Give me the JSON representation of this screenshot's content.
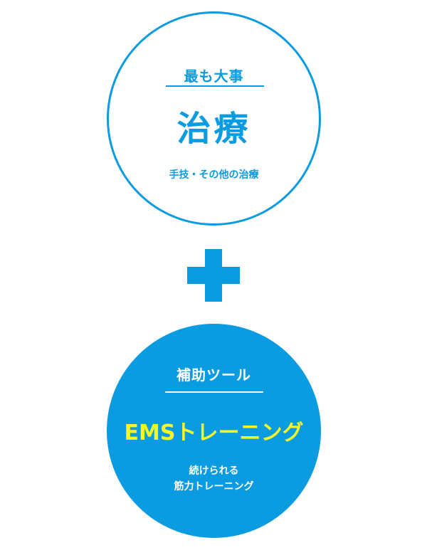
{
  "colors": {
    "accent": "#0b9be0",
    "highlight": "#f5f52a",
    "background": "#ffffff"
  },
  "top_circle": {
    "subtitle": "最も大事",
    "title": "治療",
    "caption": "手技・その他の治療"
  },
  "connector": {
    "icon": "plus-icon"
  },
  "bottom_circle": {
    "subtitle": "補助ツール",
    "title": "EMSトレーニング",
    "caption_line1": "続けられる",
    "caption_line2": "筋力トレーニング"
  }
}
